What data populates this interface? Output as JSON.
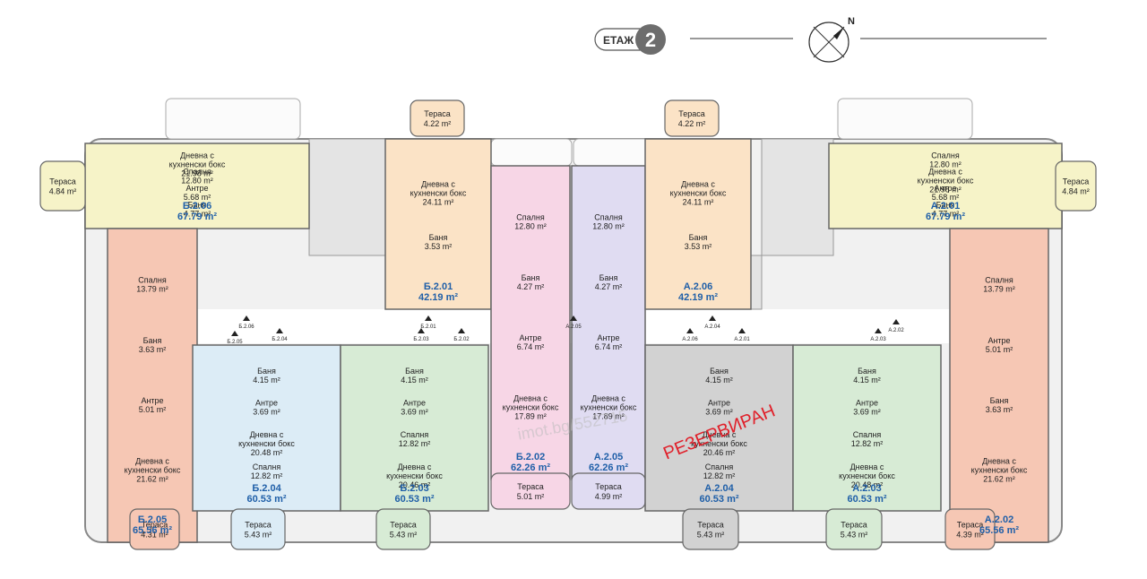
{
  "header": {
    "floor_label": "ЕТАЖ",
    "floor_number": "2",
    "compass_label": "N"
  },
  "overlay": {
    "reserved_label": "РЕЗЕРВИРАН",
    "watermark": "imot.bg/552715"
  },
  "units": [
    {
      "code": "Б.2.06",
      "area": "67.79 m²",
      "color": "#f6f3c8",
      "rooms": [
        {
          "name": "Тераса",
          "area": "4.84 m²"
        },
        {
          "name": "Дневна с кухненски бокс",
          "area": "21.98 m²"
        },
        {
          "name": "Спалня",
          "area": "12.80 m²"
        },
        {
          "name": "Антре",
          "area": "5.68 m²"
        },
        {
          "name": "Баня",
          "area": "4.77 m²"
        }
      ]
    },
    {
      "code": "Б.2.01",
      "area": "42.19 m²",
      "color": "#fbe3c6",
      "rooms": [
        {
          "name": "Тераса",
          "area": "4.22 m²"
        },
        {
          "name": "Дневна с кухненски бокс",
          "area": "24.11 m²"
        },
        {
          "name": "Баня",
          "area": "3.53 m²"
        }
      ]
    },
    {
      "code": "Б.2.02",
      "area": "62.26 m²",
      "color": "#f7d6e6",
      "rooms": [
        {
          "name": "Спалня",
          "area": "12.80 m²"
        },
        {
          "name": "Баня",
          "area": "4.27 m²"
        },
        {
          "name": "Антре",
          "area": "6.74 m²"
        },
        {
          "name": "Дневна с кухненски бокс",
          "area": "17.89 m²"
        },
        {
          "name": "Тераса",
          "area": "5.01 m²"
        }
      ]
    },
    {
      "code": "А.2.05",
      "area": "62.26 m²",
      "color": "#e0dcf2",
      "rooms": [
        {
          "name": "Спалня",
          "area": "12.80 m²"
        },
        {
          "name": "Баня",
          "area": "4.27 m²"
        },
        {
          "name": "Антре",
          "area": "6.74 m²"
        },
        {
          "name": "Дневна с кухненски бокс",
          "area": "17.89 m²"
        },
        {
          "name": "Тераса",
          "area": "4.99 m²"
        }
      ]
    },
    {
      "code": "А.2.06",
      "area": "42.19 m²",
      "color": "#fbe3c6",
      "rooms": [
        {
          "name": "Тераса",
          "area": "4.22 m²"
        },
        {
          "name": "Дневна с кухненски бокс",
          "area": "24.11 m²"
        },
        {
          "name": "Баня",
          "area": "3.53 m²"
        }
      ]
    },
    {
      "code": "А.2.01",
      "area": "67.79 m²",
      "color": "#f6f3c8",
      "rooms": [
        {
          "name": "Спалня",
          "area": "12.80 m²"
        },
        {
          "name": "Дневна с кухненски бокс",
          "area": "21.98 m²"
        },
        {
          "name": "Тераса",
          "area": "4.84 m²"
        },
        {
          "name": "Антре",
          "area": "5.68 m²"
        },
        {
          "name": "Баня",
          "area": "4.77 m²"
        }
      ]
    },
    {
      "code": "Б.2.05",
      "area": "65.56 m²",
      "color": "#f6c7b4",
      "rooms": [
        {
          "name": "Спалня",
          "area": "13.79 m²"
        },
        {
          "name": "Баня",
          "area": "3.63 m²"
        },
        {
          "name": "Антре",
          "area": "5.01 m²"
        },
        {
          "name": "Дневна с кухненски бокс",
          "area": "21.62 m²"
        },
        {
          "name": "Тераса",
          "area": "4.31 m²"
        }
      ]
    },
    {
      "code": "А.2.02",
      "area": "65.56 m²",
      "color": "#f6c7b4",
      "rooms": [
        {
          "name": "Спалня",
          "area": "13.79 m²"
        },
        {
          "name": "Антре",
          "area": "5.01 m²"
        },
        {
          "name": "Баня",
          "area": "3.63 m²"
        },
        {
          "name": "Дневна с кухненски бокс",
          "area": "21.62 m²"
        },
        {
          "name": "Тераса",
          "area": "4.39 m²"
        }
      ]
    },
    {
      "code": "Б.2.04",
      "area": "60.53 m²",
      "color": "#dcecf6",
      "rooms": [
        {
          "name": "Баня",
          "area": "4.15 m²"
        },
        {
          "name": "Антре",
          "area": "3.69 m²"
        },
        {
          "name": "Дневна с кухненски бокс",
          "area": "20.48 m²"
        },
        {
          "name": "Спалня",
          "area": "12.82 m²"
        },
        {
          "name": "Тераса",
          "area": "5.43 m²"
        }
      ]
    },
    {
      "code": "Б.2.03",
      "area": "60.53 m²",
      "color": "#d7ebd5",
      "rooms": [
        {
          "name": "Баня",
          "area": "4.15 m²"
        },
        {
          "name": "Антре",
          "area": "3.69 m²"
        },
        {
          "name": "Спалня",
          "area": "12.82 m²"
        },
        {
          "name": "Дневна с кухненски бокс",
          "area": "20.46 m²"
        },
        {
          "name": "Тераса",
          "area": "5.43 m²"
        }
      ]
    },
    {
      "code": "А.2.04",
      "area": "60.53 m²",
      "color": "#d2d2d2",
      "rooms": [
        {
          "name": "Баня",
          "area": "4.15 m²"
        },
        {
          "name": "Антре",
          "area": "3.69 m²"
        },
        {
          "name": "Дневна с кухненски бокс",
          "area": "20.46 m²"
        },
        {
          "name": "Спалня",
          "area": "12.82 m²"
        },
        {
          "name": "Тераса",
          "area": "5.43 m²"
        }
      ]
    },
    {
      "code": "А.2.03",
      "area": "60.53 m²",
      "color": "#d7ebd5",
      "rooms": [
        {
          "name": "Баня",
          "area": "4.15 m²"
        },
        {
          "name": "Антре",
          "area": "3.69 m²"
        },
        {
          "name": "Спалня",
          "area": "12.82 m²"
        },
        {
          "name": "Дневна с кухненски бокс",
          "area": "20.48 m²"
        },
        {
          "name": "Тераса",
          "area": "5.43 m²"
        }
      ]
    }
  ],
  "entrances": [
    "Б.2.06",
    "Б.2.05",
    "Б.2.04",
    "Б.2.01",
    "Б.2.03",
    "Б.2.02",
    "А.2.05",
    "А.2.06",
    "А.2.04",
    "А.2.01",
    "А.2.03",
    "А.2.02"
  ]
}
